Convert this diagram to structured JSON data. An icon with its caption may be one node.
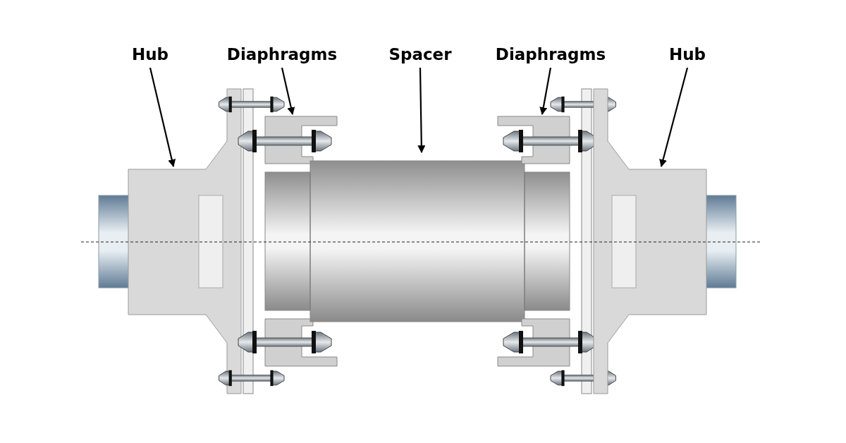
{
  "diagram": {
    "nodes": [
      {
        "text": [
          "Hub"
        ]
      },
      {
        "text": [
          "Diaphragms"
        ]
      },
      {
        "text": [
          "Spacer"
        ]
      },
      {
        "text": [
          "Diaphragms"
        ]
      },
      {
        "text": [
          "Hub"
        ]
      },
      {
        "text": [],
        "shape": "picture"
      },
      {
        "text": [],
        "shape": "picture"
      },
      {
        "text": [],
        "shape": "picture"
      },
      {
        "text": [],
        "shape": "picture"
      },
      {
        "text": [],
        "shape": "picture"
      }
    ],
    "edges": [
      {
        "from": 0,
        "to": 5,
        "arrow": "to"
      },
      {
        "from": 1,
        "to": 6,
        "arrow": "to"
      },
      {
        "from": 2,
        "to": 7,
        "arrow": "to"
      },
      {
        "from": 3,
        "to": 8,
        "arrow": "to"
      },
      {
        "from": 4,
        "to": 9,
        "arrow": "to"
      }
    ]
  }
}
